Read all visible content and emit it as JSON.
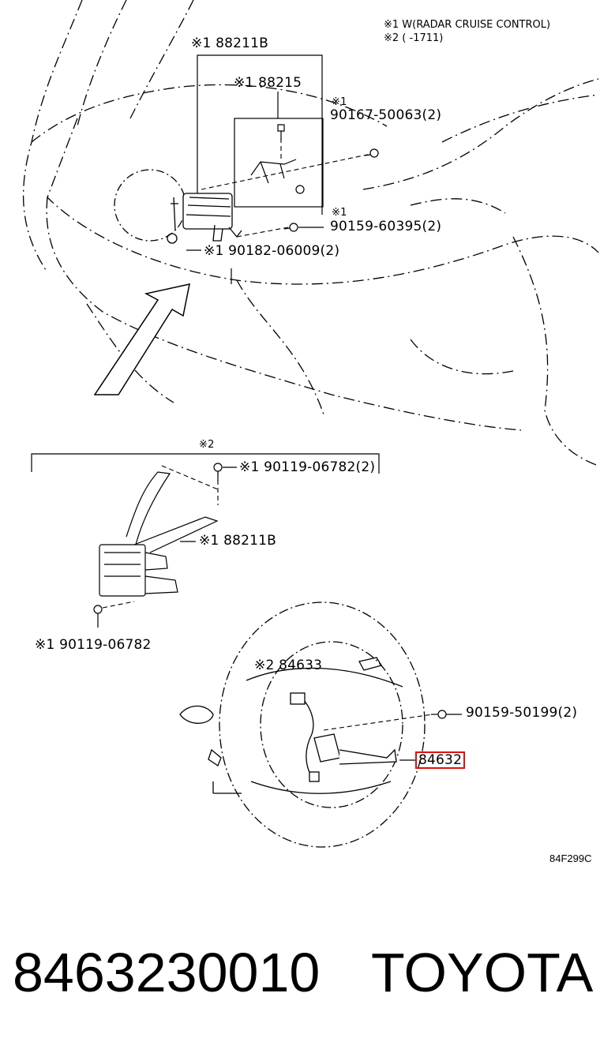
{
  "notes": {
    "note1": "※1 W(RADAR CRUISE CONTROL)",
    "note2": "※2 (       -1711)"
  },
  "parts": {
    "p88211B_top": "※1 88211B",
    "p88215": "※1 88215",
    "p90167_mark": "※1",
    "p90167": "90167-50063(2)",
    "p90159_mark": "※1",
    "p90159_60395": "90159-60395(2)",
    "p90182": "※1 90182-06009(2)",
    "group2_mark": "※2",
    "p90119_right": "※1 90119-06782(2)",
    "p88211B_mid": "※1 88211B",
    "p90119_left": "※1 90119-06782",
    "p84633": "※2 84633",
    "p90159_50199": "90159-50199(2)",
    "p84632": "84632"
  },
  "code": "84F299C",
  "footer": {
    "part_number": "8463230010",
    "brand": "TOYOTA"
  },
  "colors": {
    "highlight": "#e01010",
    "line": "#000000"
  }
}
